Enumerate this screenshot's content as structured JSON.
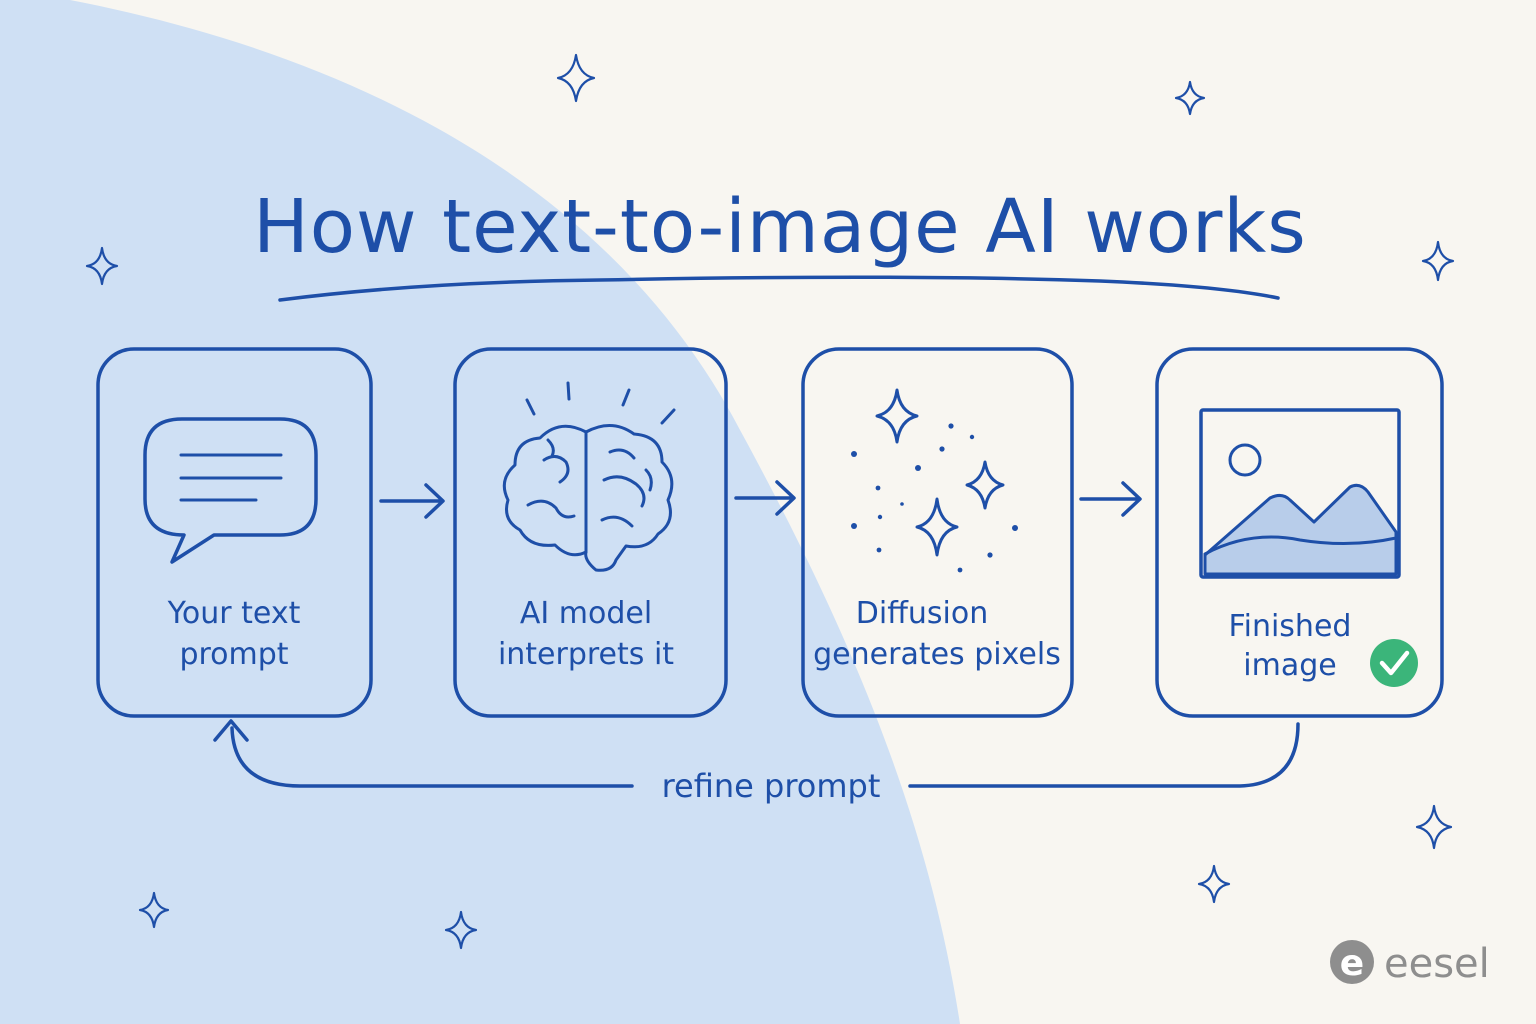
{
  "title": "How text-to-image AI works",
  "steps": [
    {
      "line1": "Your text",
      "line2": "prompt",
      "icon": "speech-bubble-icon"
    },
    {
      "line1": "AI model",
      "line2": "interprets it",
      "icon": "brain-icon"
    },
    {
      "line1": "Diffusion",
      "line2": "generates pixels",
      "icon": "sparkles-icon"
    },
    {
      "line1": "Finished",
      "line2": "image",
      "icon": "landscape-image-icon"
    }
  ],
  "loop_label": "refine prompt",
  "brand": {
    "name": "eesel",
    "logo_letter": "e"
  },
  "colors": {
    "ink": "#1e4fa8",
    "background": "#f8f6f1",
    "blob": "#cfe0f4",
    "check": "#3bb57a",
    "brand_gray": "#8e8e8e"
  }
}
